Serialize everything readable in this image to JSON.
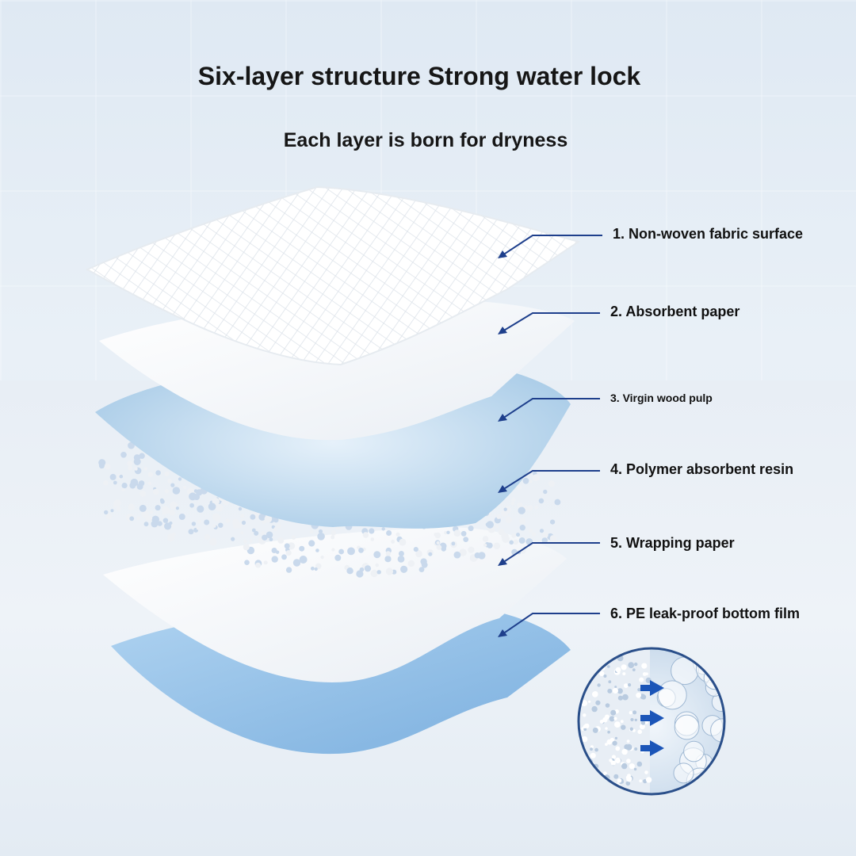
{
  "title": "Six-layer structure Strong water lock",
  "subtitle": "Each layer is born for dryness",
  "layers": [
    {
      "label": "1. Non-woven fabric surface"
    },
    {
      "label": "2. Absorbent paper"
    },
    {
      "label": "3. Virgin wood pulp"
    },
    {
      "label": "4. Polymer absorbent resin"
    },
    {
      "label": "5. Wrapping paper"
    },
    {
      "label": "6. PE leak-proof bottom film"
    }
  ],
  "colors": {
    "arrow": "#1e3f8c",
    "film": "#8fc0e8",
    "pulp": "#bcd9ee",
    "sheet": "#ffffff"
  },
  "icons": [
    "down-left-arrow-icon",
    "absorption-arrow-icon"
  ]
}
